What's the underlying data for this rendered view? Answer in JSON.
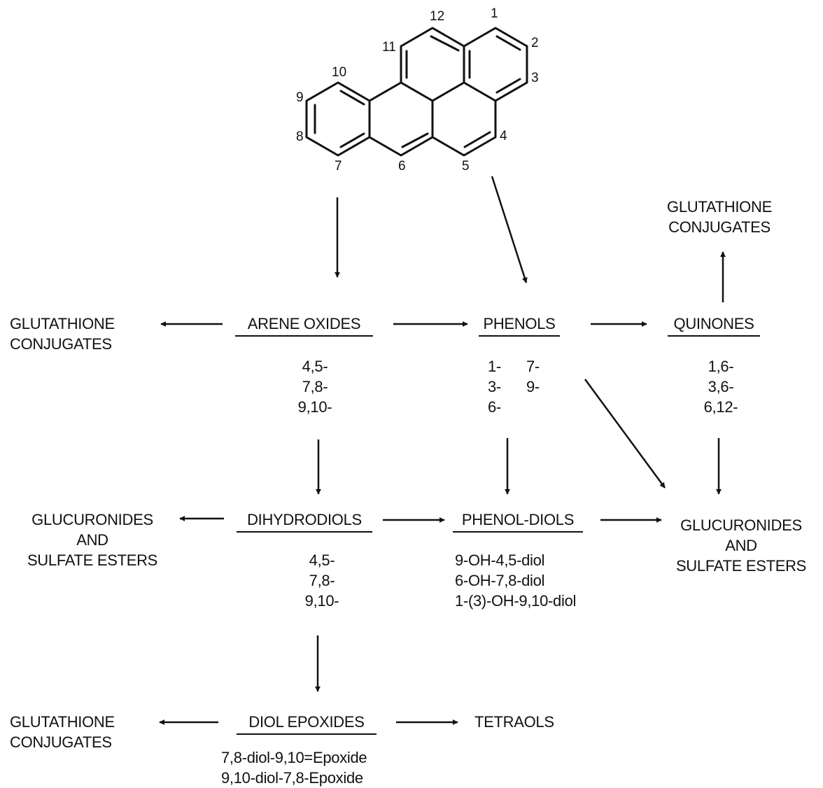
{
  "molecule": {
    "positions": [
      "1",
      "2",
      "3",
      "4",
      "5",
      "6",
      "7",
      "8",
      "9",
      "10",
      "11",
      "12"
    ]
  },
  "arene_oxides": {
    "heading": "ARENE OXIDES",
    "items": [
      "4,5-",
      "7,8-",
      "9,10-"
    ]
  },
  "phenols": {
    "heading": "PHENOLS",
    "col1": [
      "1-",
      "3-",
      "6-"
    ],
    "col2": [
      "7-",
      "9-"
    ]
  },
  "quinones": {
    "heading": "QUINONES",
    "items": [
      "1,6-",
      "3,6-",
      "6,12-"
    ]
  },
  "dihydrodiols": {
    "heading": "DIHYDRODIOLS",
    "items": [
      "4,5-",
      "7,8-",
      "9,10-"
    ]
  },
  "phenol_diols": {
    "heading": "PHENOL-DIOLS",
    "items": [
      "9-OH-4,5-diol",
      "6-OH-7,8-diol",
      "1-(3)-OH-9,10-diol"
    ]
  },
  "diol_epoxides": {
    "heading": "DIOL EPOXIDES",
    "items": [
      "7,8-diol-9,10=Epoxide",
      "9,10-diol-7,8-Epoxide"
    ]
  },
  "tetraols": {
    "label": "TETRAOLS"
  },
  "glutathione_top": {
    "lines": [
      "GLUTATHIONE",
      "CONJUGATES"
    ]
  },
  "glutathione_left": {
    "lines": [
      "GLUTATHIONE",
      "CONJUGATES"
    ]
  },
  "glutathione_bottom": {
    "lines": [
      "GLUTATHIONE",
      "CONJUGATES"
    ]
  },
  "glucuronides_left": {
    "lines": [
      "GLUCURONIDES",
      "AND",
      "SULFATE ESTERS"
    ]
  },
  "glucuronides_right": {
    "lines": [
      "GLUCURONIDES",
      "AND",
      "SULFATE ESTERS"
    ]
  }
}
